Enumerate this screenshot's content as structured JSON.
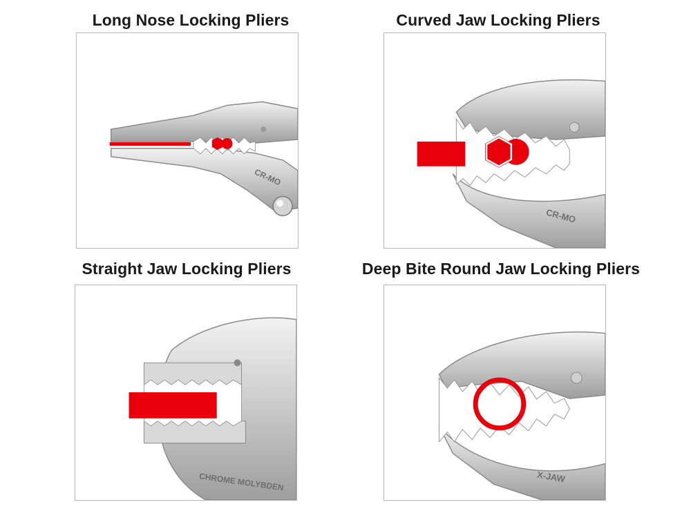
{
  "colors": {
    "accent_red": "#e8000b",
    "steel_light": "#e6e6e6",
    "steel_mid": "#bdbdbd",
    "steel_dark": "#8a8a8a",
    "panel_border": "#b8b8b8"
  },
  "panels": [
    {
      "title": "Long Nose Locking Pliers",
      "stamp": "CR-MO",
      "icons": [
        "line-stock-icon",
        "hex-nut-icon",
        "round-stock-icon"
      ]
    },
    {
      "title": "Curved Jaw Locking Pliers",
      "stamp": "CR-MO",
      "icons": [
        "flat-bar-icon",
        "hex-nut-icon",
        "round-stock-icon"
      ]
    },
    {
      "title": "Straight Jaw Locking Pliers",
      "stamp": "CHROME MOLYBDEN",
      "icons": [
        "flat-bar-icon"
      ]
    },
    {
      "title": "Deep Bite Round Jaw Locking Pliers",
      "stamp": "X-JAW",
      "icons": [
        "ring-icon"
      ]
    }
  ]
}
